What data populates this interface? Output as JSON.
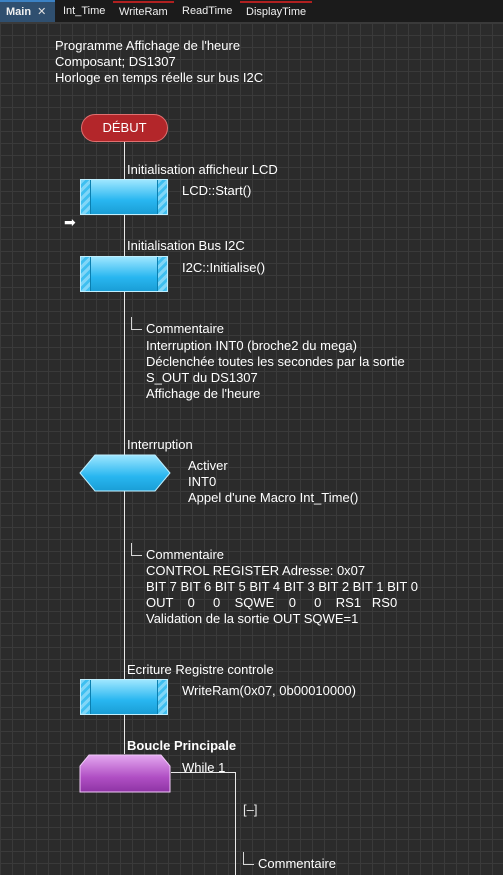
{
  "tabs": [
    {
      "label": "Main",
      "close": "✕"
    },
    {
      "label": "Int_Time"
    },
    {
      "label": "WriteRam"
    },
    {
      "label": "ReadTime"
    },
    {
      "label": "DisplayTime"
    }
  ],
  "header_comment": [
    "Programme Affichage de l'heure",
    "Composant; DS1307",
    "Horloge en temps réelle sur bus I2C"
  ],
  "start_label": "DÉBUT",
  "blocks": {
    "lcd": {
      "title": "Initialisation afficheur LCD",
      "code": "LCD::Start()"
    },
    "i2c": {
      "title": "Initialisation Bus I2C",
      "code": "I2C::Initialise()"
    },
    "interrupt": {
      "title": "Interruption",
      "lines": [
        "Activer",
        "INT0",
        "Appel d'une Macro Int_Time()"
      ]
    },
    "write": {
      "title": "Ecriture Registre controle",
      "code": "WriteRam(0x07, 0b00010000)"
    },
    "loop": {
      "title": "Boucle Principale",
      "code": "While 1",
      "collapse": "[–]"
    }
  },
  "comment1": {
    "label": "Commentaire",
    "lines": [
      "Interruption INT0 (broche2 du mega)",
      "Déclenchée toutes les secondes par la sortie",
      "S_OUT du DS1307",
      "Affichage de l'heure"
    ]
  },
  "comment2": {
    "label": "Commentaire",
    "lines": [
      "CONTROL REGISTER Adresse: 0x07",
      "BIT 7 BIT 6 BIT 5 BIT 4 BIT 3 BIT 2 BIT 1 BIT 0",
      "OUT    0     0    SQWE    0     0    RS1   RS0",
      "Validation de la sortie OUT SQWE=1"
    ]
  },
  "comment3": {
    "label": "Commentaire"
  },
  "icons": {
    "cursor_arrow": "➡"
  },
  "colors": {
    "start": "#b3262a",
    "call": "#28b6f0",
    "loop": "#b04fc4",
    "background": "#2b2b2b"
  }
}
